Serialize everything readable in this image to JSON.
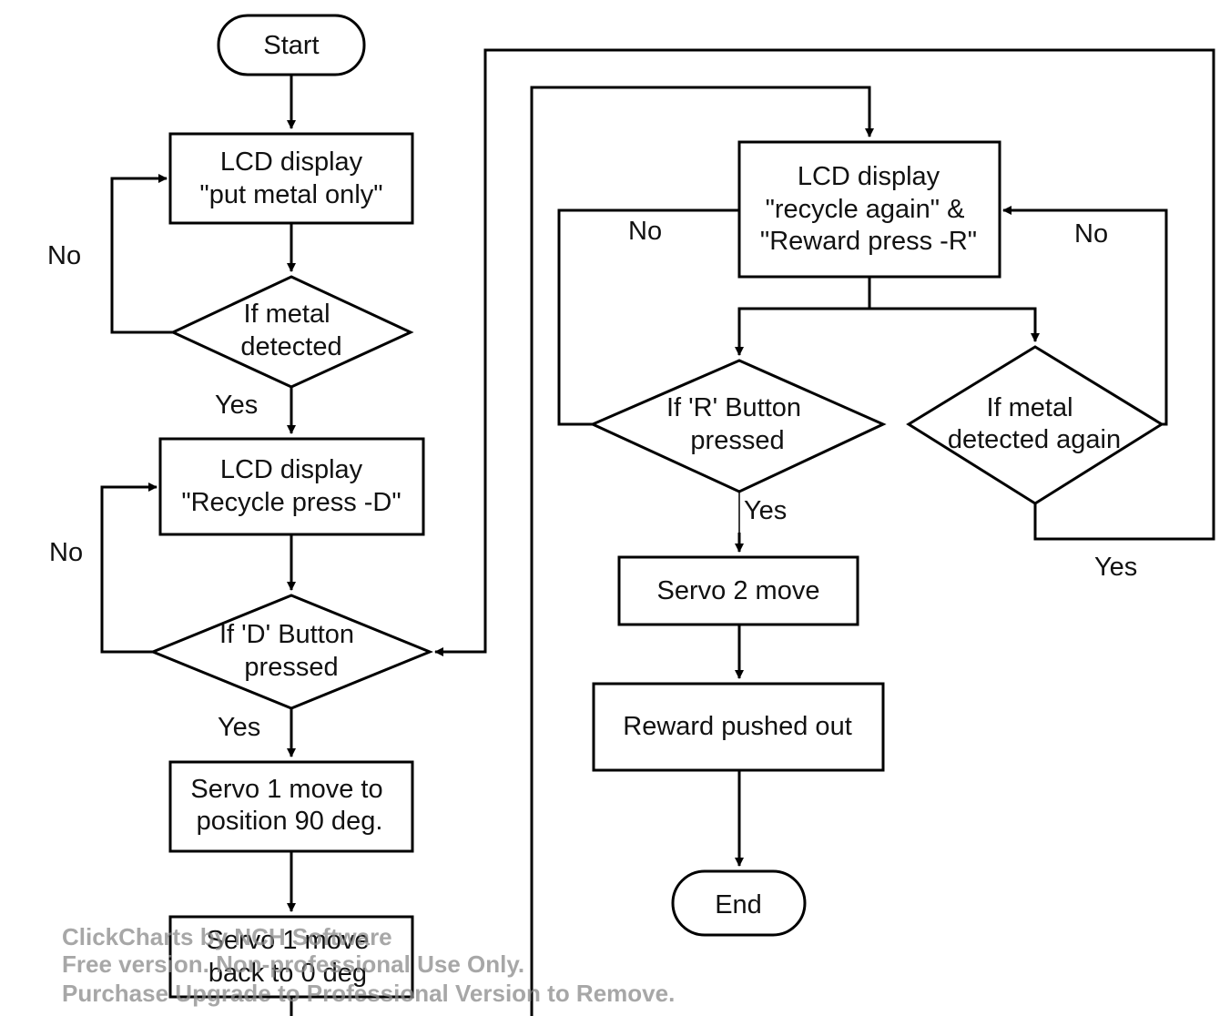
{
  "nodes": {
    "start": "Start",
    "lcd1": [
      "LCD display",
      "\"put metal only\""
    ],
    "dec_metal": [
      "If metal",
      "detected"
    ],
    "lcd2": [
      "LCD display",
      "\"Recycle press -D\""
    ],
    "dec_d": [
      "If 'D' Button",
      "pressed"
    ],
    "servo1": [
      "Servo 1 move to",
      "position 90 deg."
    ],
    "servo1b": [
      "Servo 1 move",
      "back to 0 deg"
    ],
    "lcd3": [
      "LCD display",
      "\"recycle again\" &",
      "\"Reward press -R\""
    ],
    "dec_r": [
      "If 'R' Button",
      "pressed"
    ],
    "dec_metal2": [
      "If metal",
      "detected again"
    ],
    "servo2": "Servo 2 move",
    "reward": "Reward pushed out",
    "end": "End"
  },
  "labels": {
    "no1": "No",
    "yes1": "Yes",
    "no2": "No",
    "yes2": "Yes",
    "no3": "No",
    "no4": "No",
    "yes3": "Yes",
    "yes4": "Yes"
  },
  "watermark": [
    "ClickCharts by NCH Software",
    "Free version. Non-professional Use Only.",
    "Purchase Upgrade to Professional Version to Remove."
  ]
}
